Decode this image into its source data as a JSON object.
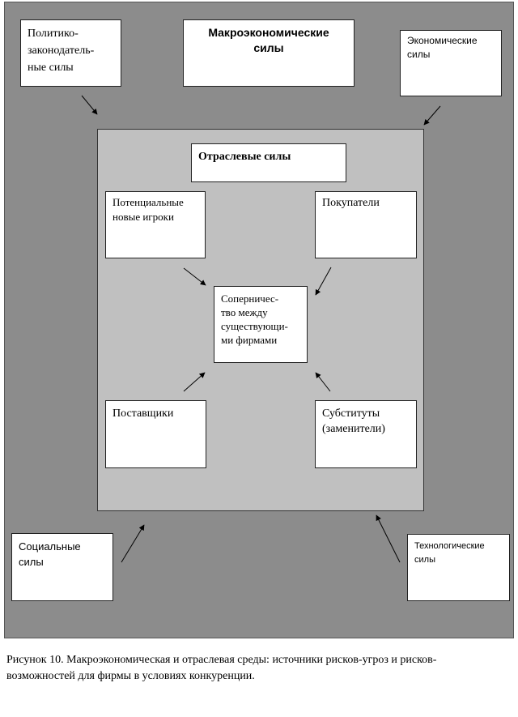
{
  "macro": {
    "title_line1": "Макроэкономические",
    "title_line2": "силы",
    "political": [
      "Политико-",
      "законодатель-",
      "ные силы"
    ],
    "economic": [
      "Экономические",
      "силы"
    ],
    "social": [
      "Социальные",
      "силы"
    ],
    "technological": [
      "Технологические",
      "силы"
    ]
  },
  "industry": {
    "title": "Отраслевые силы",
    "new_entrants": [
      "Потенциальные",
      "новые игроки"
    ],
    "buyers": [
      "Покупатели"
    ],
    "rivalry": [
      "Соперничес-",
      "тво между",
      "существующи-",
      "ми фирмами"
    ],
    "suppliers": [
      "Поставщики"
    ],
    "substitutes": [
      "Субституты",
      "(заменители)"
    ]
  },
  "caption": {
    "line1": "Рисунок 10. Макроэкономическая и отраслевая среды: источники рисков-угроз и рисков-",
    "line2": "возможностей для фирмы в условиях конкуренции."
  },
  "colors": {
    "outer_background": "#8c8c8c",
    "inner_background": "#c0c0c0",
    "box_background": "#ffffff"
  }
}
